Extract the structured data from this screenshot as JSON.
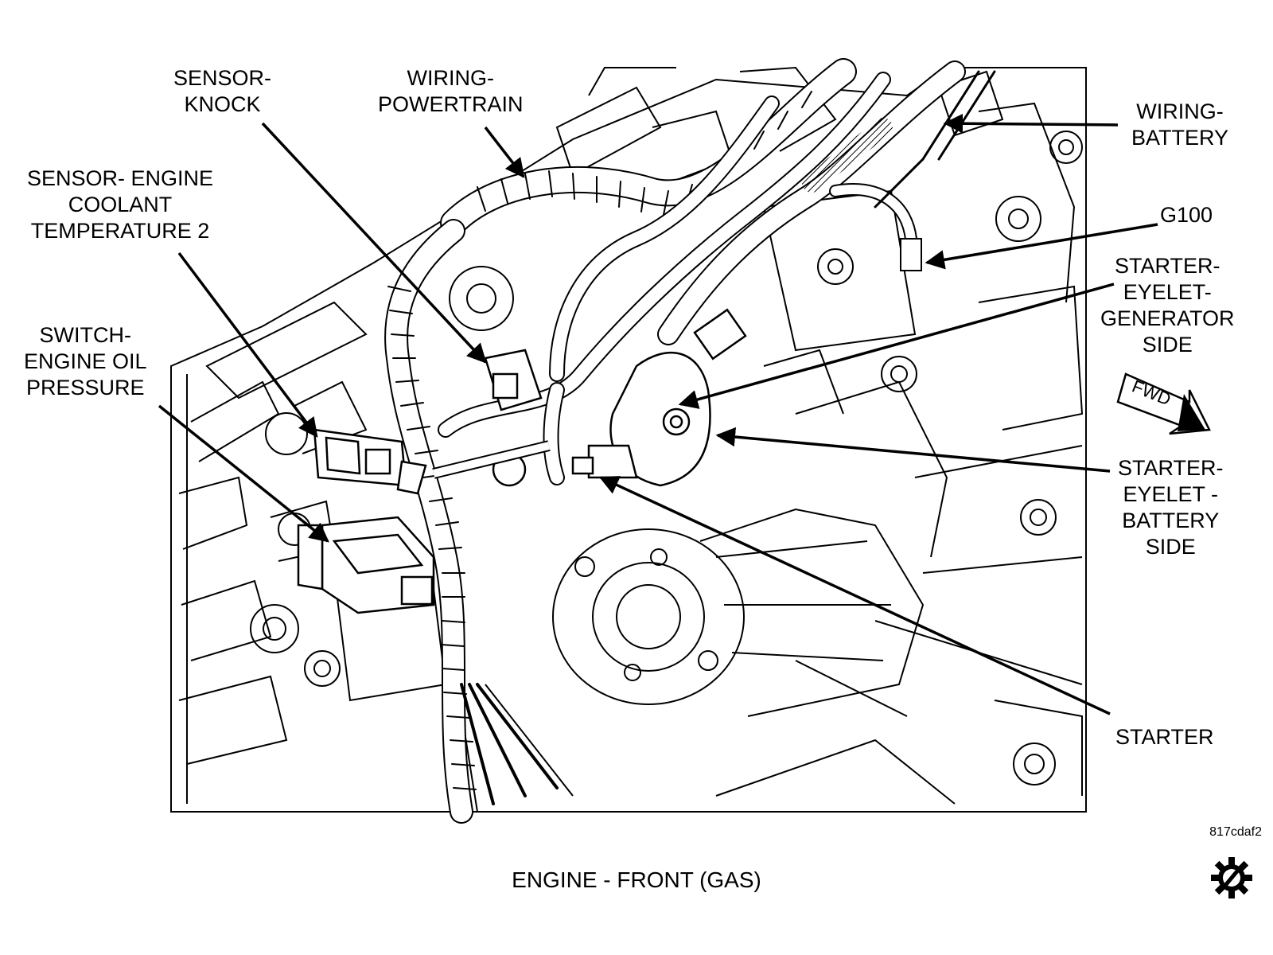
{
  "callouts": {
    "sensor_knock": [
      "SENSOR-",
      "KNOCK"
    ],
    "wiring_powertrain": [
      "WIRING-",
      "POWERTRAIN"
    ],
    "wiring_battery": [
      "WIRING-",
      "BATTERY"
    ],
    "sensor_coolant": [
      "SENSOR- ENGINE",
      "COOLANT",
      "TEMPERATURE 2"
    ],
    "g100": [
      "G100"
    ],
    "starter_eyelet_generator": [
      "STARTER-",
      "EYELET-",
      "GENERATOR",
      "SIDE"
    ],
    "switch_oil": [
      "SWITCH-",
      "ENGINE OIL",
      "PRESSURE"
    ],
    "starter_eyelet_battery": [
      "STARTER-",
      "EYELET -",
      "BATTERY",
      "SIDE"
    ],
    "starter": [
      "STARTER"
    ]
  },
  "fwd_label": "FWD",
  "figure_id": "817cdaf2",
  "caption": "ENGINE - FRONT  (GAS)",
  "logo_icon": "gear-slash-logo",
  "colors": {
    "ink": "#000000",
    "paper": "#ffffff"
  }
}
